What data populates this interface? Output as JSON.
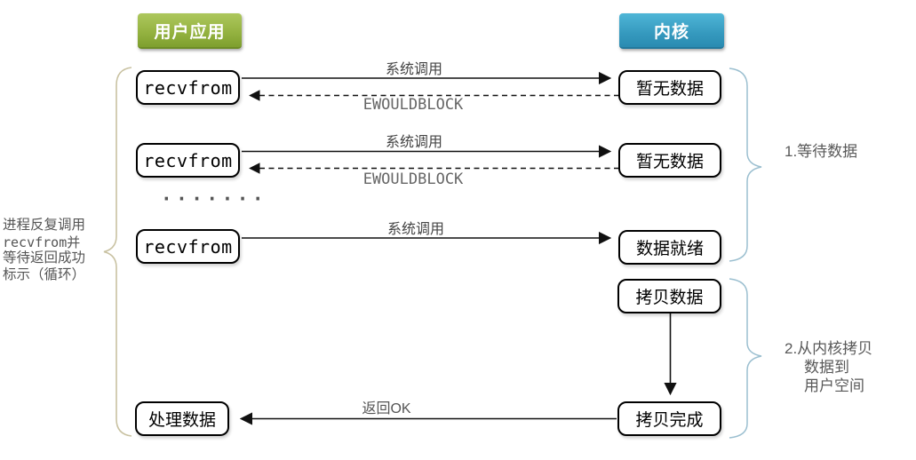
{
  "headers": {
    "user_app": "用户应用",
    "kernel": "内核"
  },
  "left_note": {
    "lines": [
      "进程反复调用",
      "recvfrom并",
      "等待返回成功",
      "标示（循环）"
    ]
  },
  "rows": [
    {
      "caller": "recvfrom",
      "kernel_state": "暂无数据",
      "call_label": "系统调用",
      "return_label": "EWOULDBLOCK"
    },
    {
      "caller": "recvfrom",
      "kernel_state": "暂无数据",
      "call_label": "系统调用",
      "return_label": "EWOULDBLOCK"
    },
    {
      "caller": "recvfrom",
      "kernel_state": "数据就绪",
      "call_label": "系统调用"
    }
  ],
  "ellipsis": "·······",
  "copy_flow": {
    "start_box": "拷贝数据",
    "end_box": "拷贝完成"
  },
  "result": {
    "box": "处理数据",
    "return_label": "返回OK"
  },
  "phases": {
    "phase1": "1.等待数据",
    "phase2_lines": [
      "2.从内核拷贝",
      "数据到",
      "用户空间"
    ]
  },
  "colors": {
    "user_header_green": "#8fae3c",
    "kernel_header_blue": "#359ec3",
    "left_brace_tan": "#c9c2a2",
    "right_brace_blue": "#9bbfd0",
    "note_text_gray": "#555555",
    "arrow_black": "#111111"
  }
}
